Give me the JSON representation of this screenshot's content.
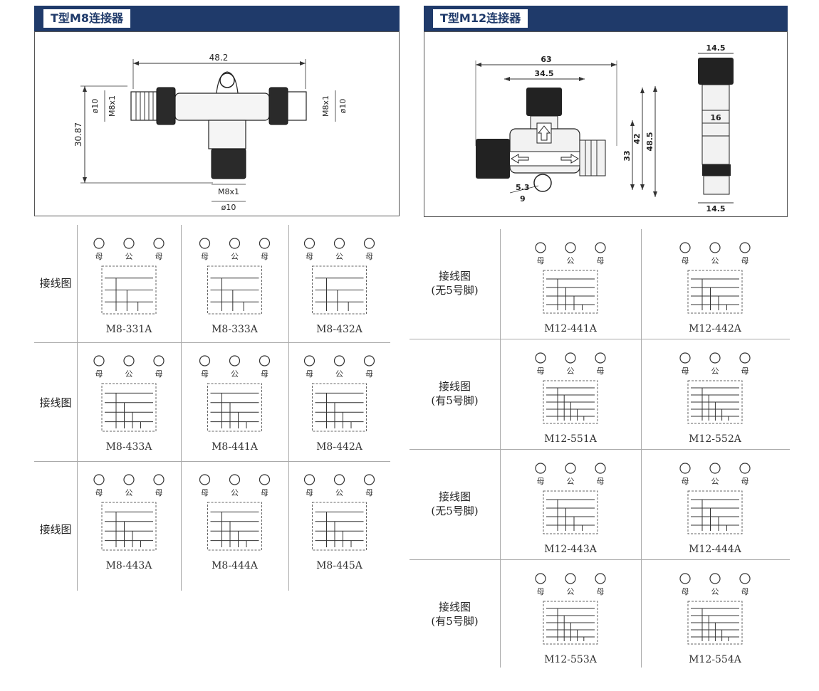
{
  "left_panel": {
    "title": "T型M8连接器",
    "dims": {
      "overall_width": "48.2",
      "height": "30.87",
      "thread_left": "M8x1",
      "dia_left": "ø10",
      "thread_right": "M8x1",
      "dia_right": "ø10",
      "thread_bottom": "M8x1",
      "dia_bottom": "ø10"
    },
    "row_label": "接线图",
    "side_label_female": "母",
    "side_label_male": "公",
    "cells": [
      {
        "model": "M8-331A"
      },
      {
        "model": "M8-333A"
      },
      {
        "model": "M8-432A"
      },
      {
        "model": "M8-433A"
      },
      {
        "model": "M8-441A"
      },
      {
        "model": "M8-442A"
      },
      {
        "model": "M8-443A"
      },
      {
        "model": "M8-444A"
      },
      {
        "model": "M8-445A"
      }
    ]
  },
  "right_panel": {
    "title": "T型M12连接器",
    "dims": {
      "overall_width": "63",
      "body_width": "34.5",
      "height_42": "42",
      "height_48_5": "48.5",
      "height_33": "33",
      "dim_5_3": "5.3",
      "dim_9": "9",
      "side_top": "14.5",
      "side_mid": "16",
      "side_bottom": "14.5"
    },
    "rows": [
      {
        "label": "接线图\n(无5号脚)",
        "cells": [
          {
            "model": "M12-441A"
          },
          {
            "model": "M12-442A"
          }
        ]
      },
      {
        "label": "接线图\n(有5号脚)",
        "cells": [
          {
            "model": "M12-551A"
          },
          {
            "model": "M12-552A"
          }
        ]
      },
      {
        "label": "接线图\n(无5号脚)",
        "cells": [
          {
            "model": "M12-443A"
          },
          {
            "model": "M12-444A"
          }
        ]
      },
      {
        "label": "接线图\n(有5号脚)",
        "cells": [
          {
            "model": "M12-553A"
          },
          {
            "model": "M12-554A"
          }
        ]
      }
    ],
    "side_label_female": "母",
    "side_label_male": "公"
  }
}
